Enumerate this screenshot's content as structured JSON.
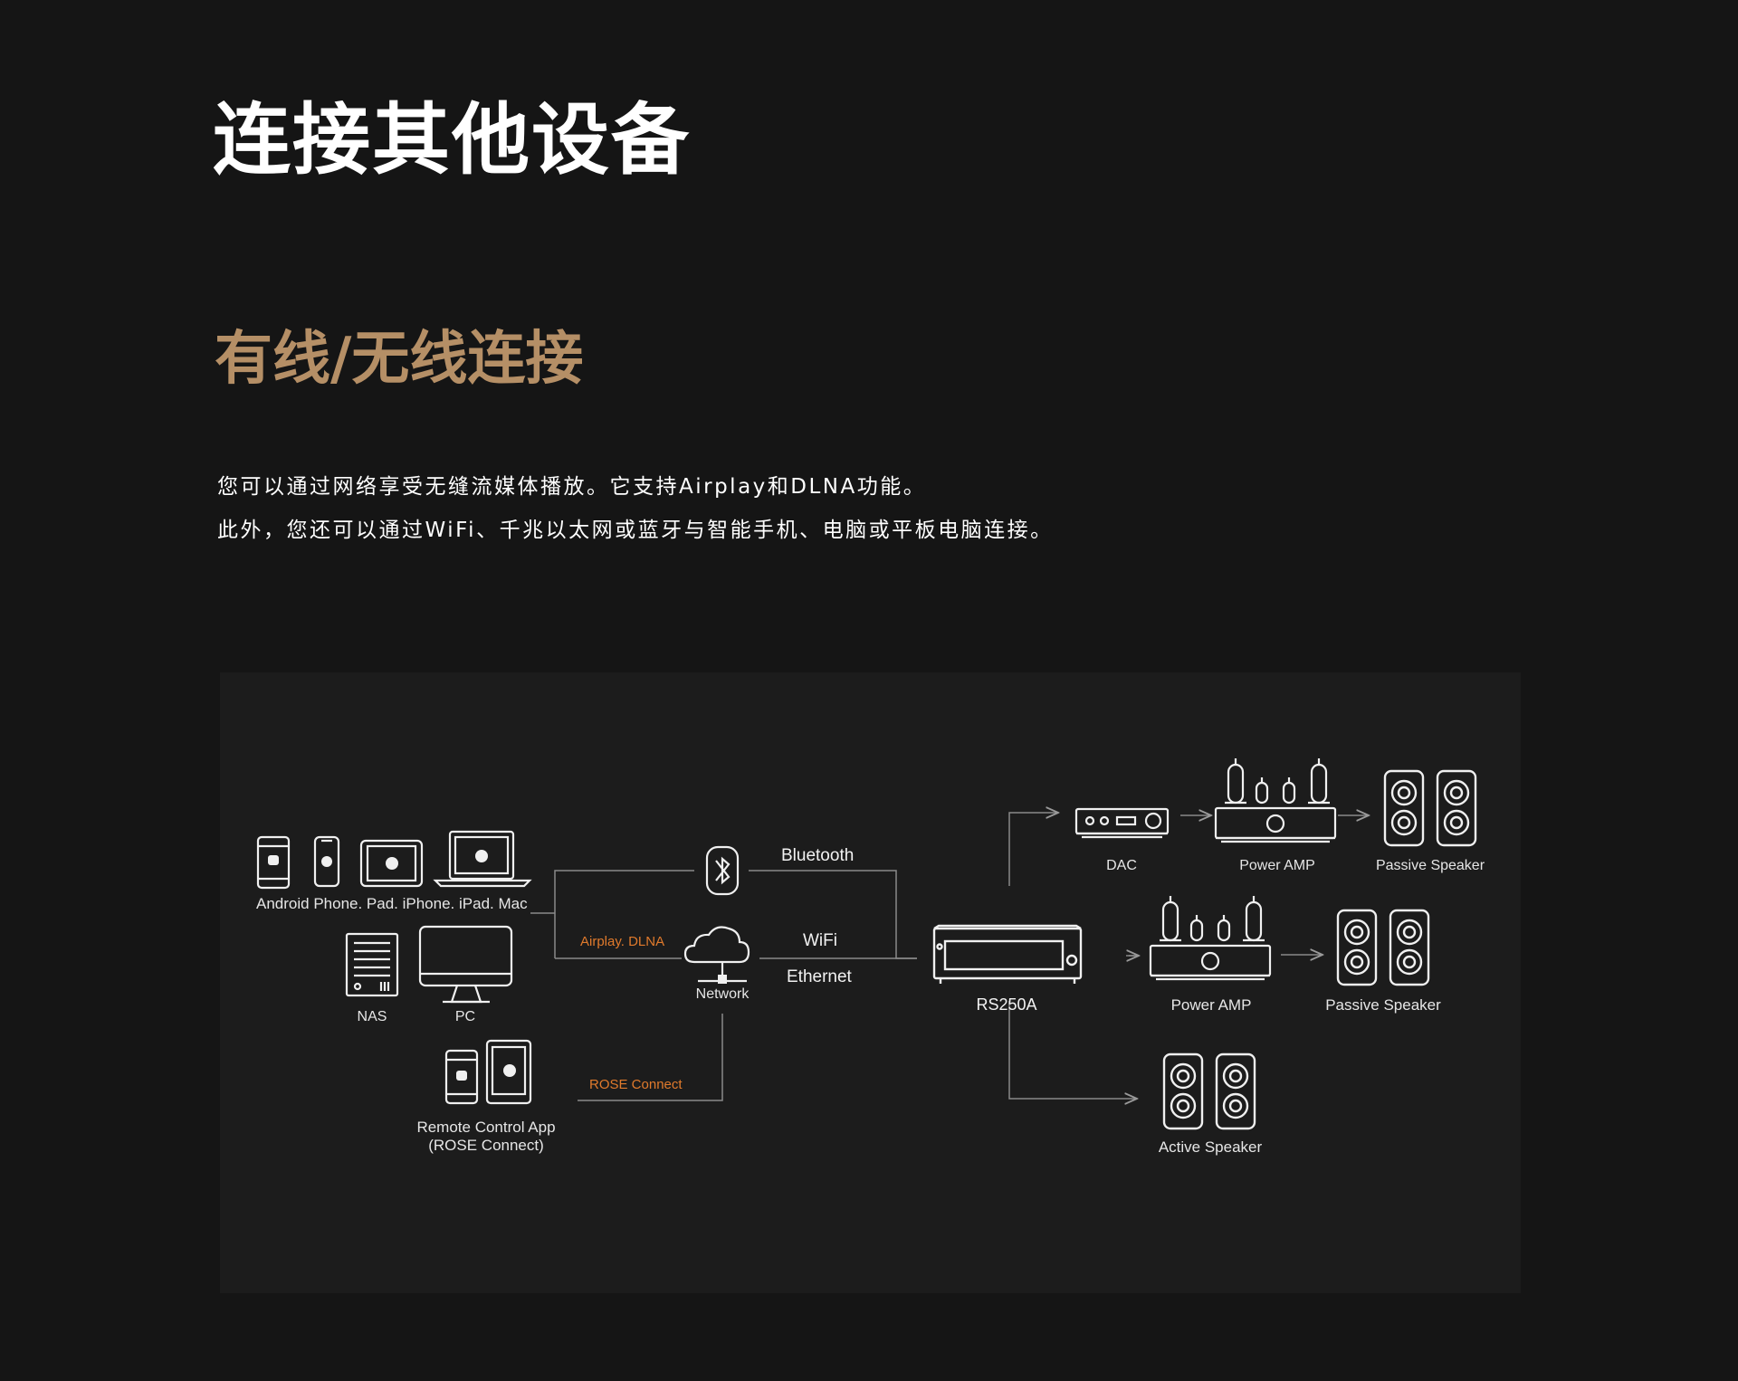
{
  "heading": "连接其他设备",
  "subheading": "有线/无线连接",
  "paragraph_lines": [
    "您可以通过网络享受无缝流媒体播放。它支持Airplay和DLNA功能。",
    "此外，您还可以通过WiFi、千兆以太网或蓝牙与智能手机、电脑或平板电脑连接。"
  ],
  "colors": {
    "background": "#151515",
    "panel": "#1c1c1c",
    "heading": "#ffffff",
    "subheading_accent": "#b58f66",
    "connection_label_accent": "#e07a2c"
  },
  "diagram": {
    "source_devices_label": "Android Phone. Pad. iPhone. iPad. Mac",
    "nas_label": "NAS",
    "pc_label": "PC",
    "remote_app_label_line1": "Remote Control App",
    "remote_app_label_line2": "(ROSE Connect)",
    "bluetooth_label": "Bluetooth",
    "airplay_label": "Airplay. DLNA",
    "wifi_label": "WiFi",
    "ethernet_label": "Ethernet",
    "network_label": "Network",
    "rose_connect_label": "ROSE Connect",
    "center_device_label": "RS250A",
    "dac_label": "DAC",
    "power_amp_label_top": "Power AMP",
    "passive_speaker_label_top": "Passive Speaker",
    "power_amp_label_mid": "Power AMP",
    "passive_speaker_label_mid": "Passive Speaker",
    "active_speaker_label": "Active Speaker"
  }
}
